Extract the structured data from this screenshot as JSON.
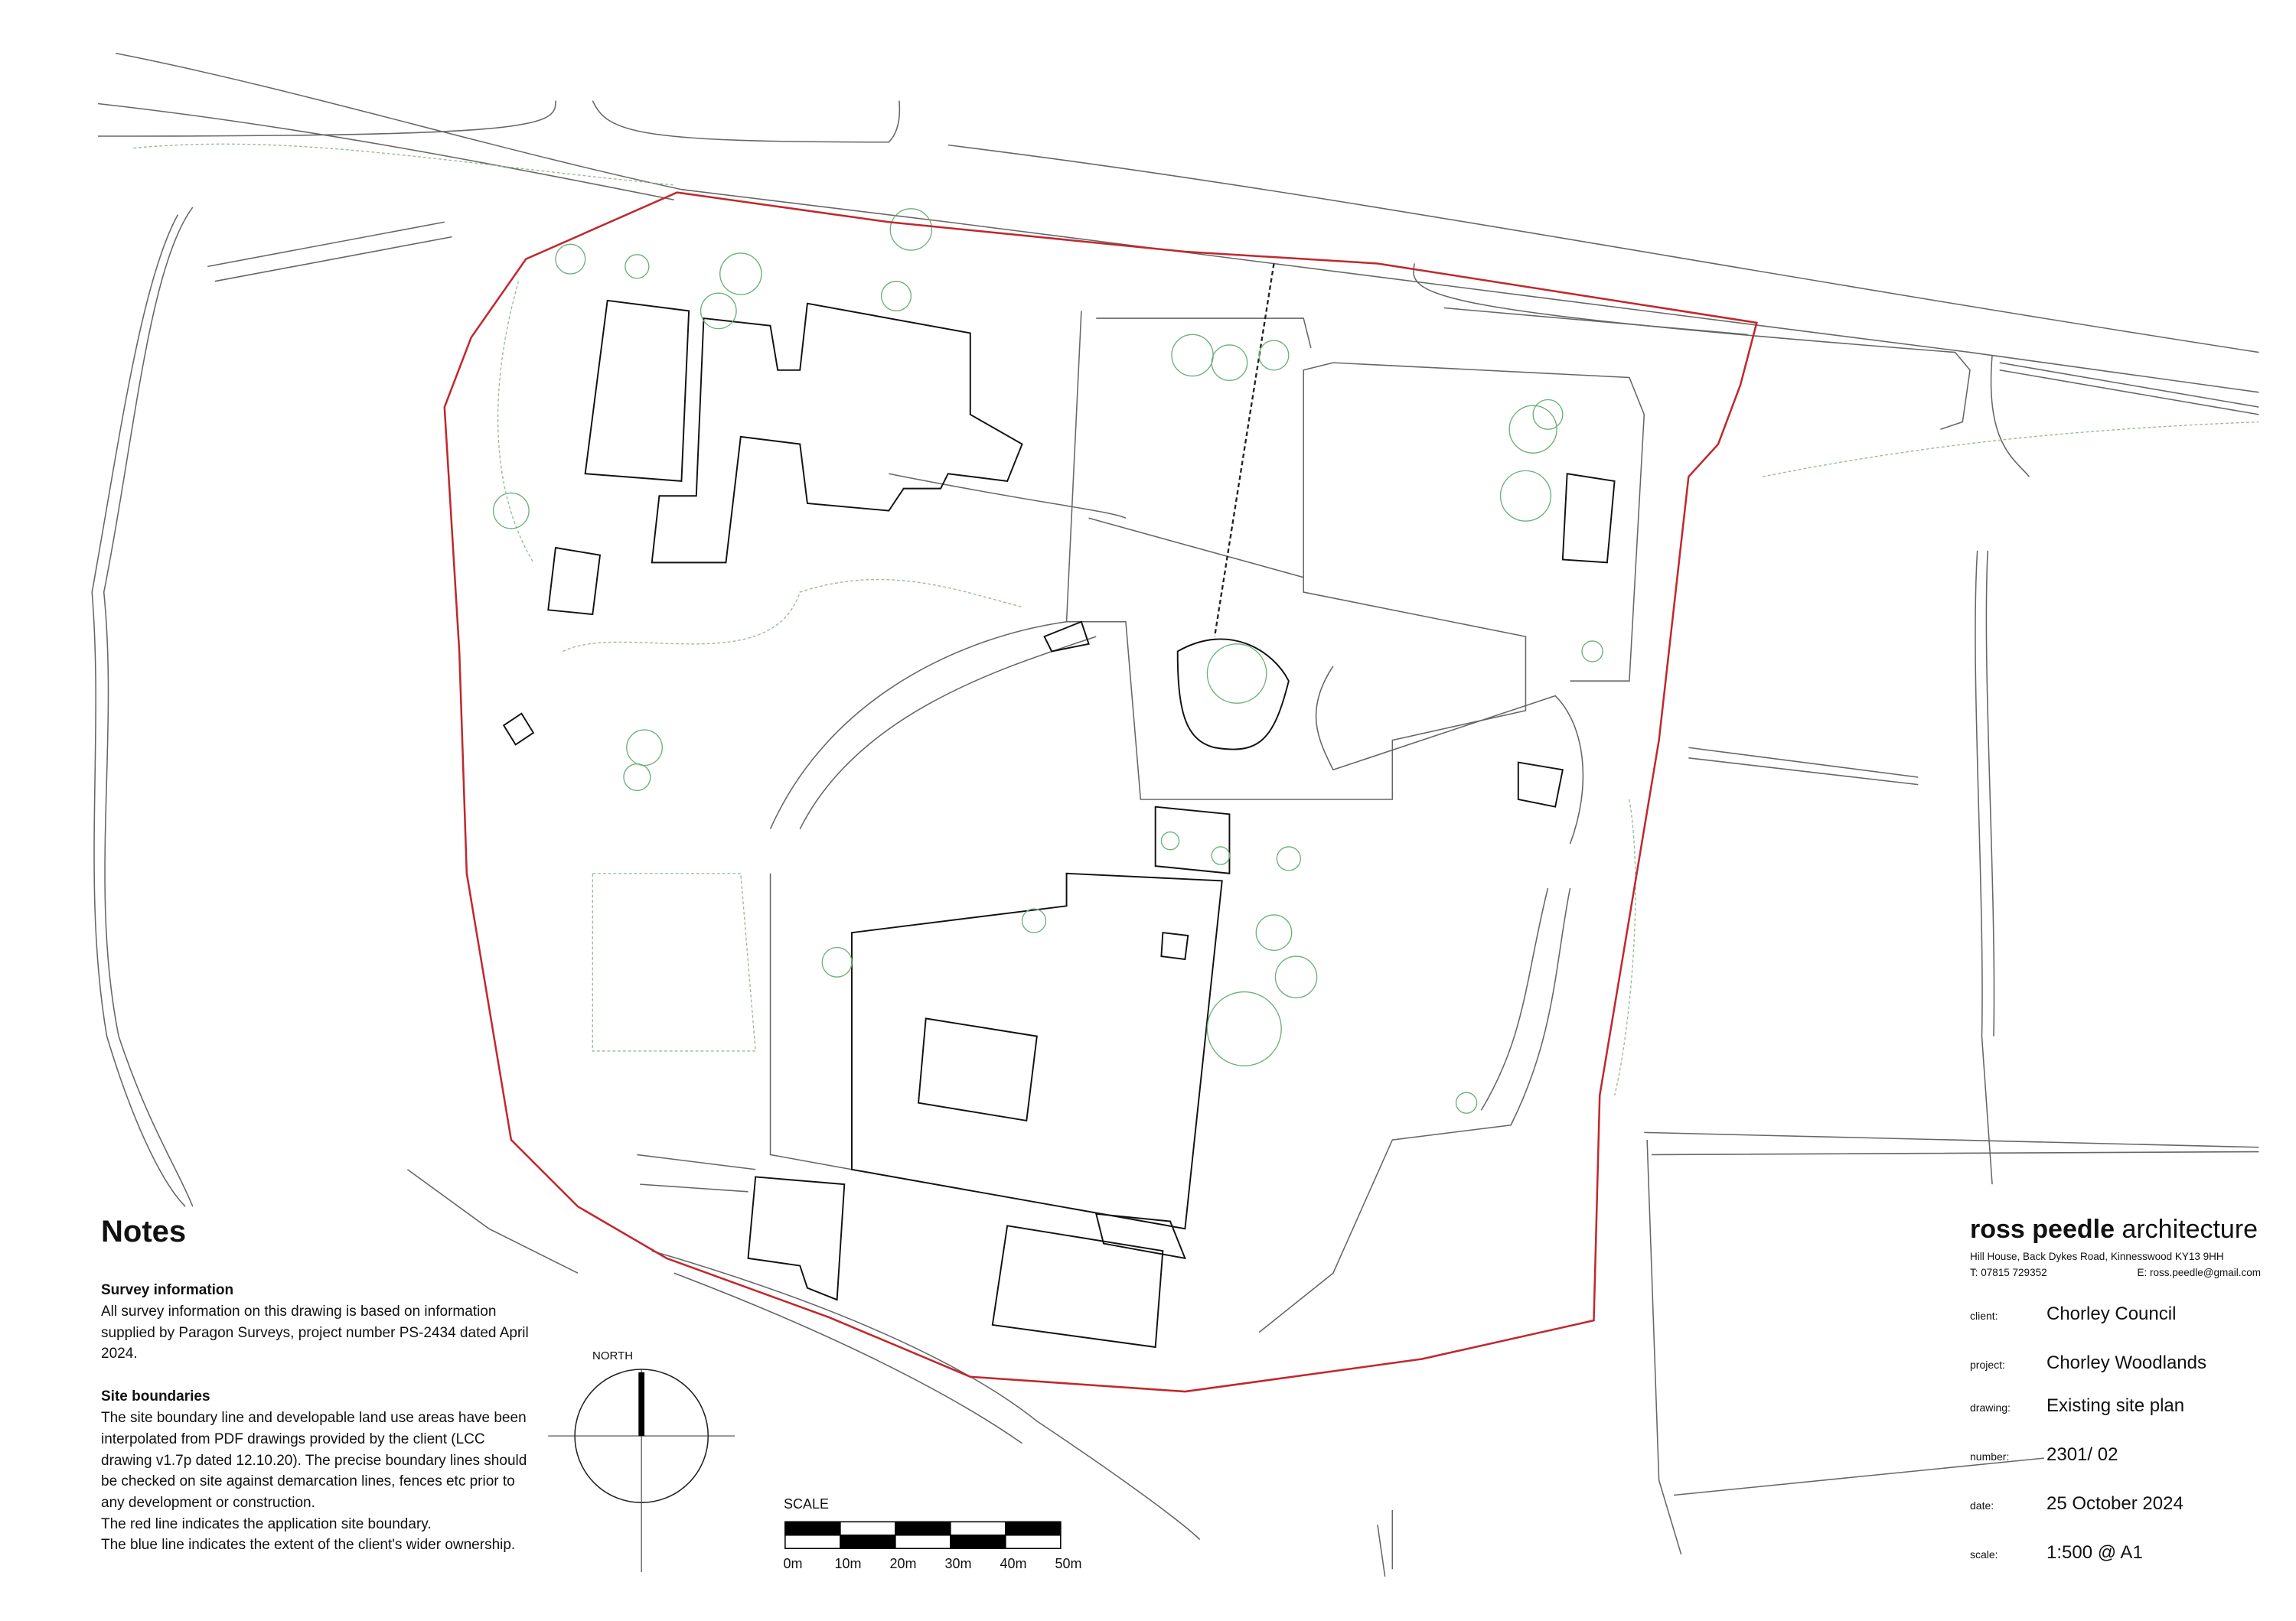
{
  "notes": {
    "title": "Notes",
    "survey_heading": "Survey information",
    "survey_text": "All survey information on this drawing is based on information supplied by Paragon Surveys, project number PS-2434 dated April 2024.",
    "boundaries_heading": "Site boundaries",
    "boundaries_text": "The site boundary line and developable land use areas have been interpolated from PDF drawings provided by the client (LCC drawing v1.7p dated 12.10.20). The precise boundary lines should be checked on site against demarcation lines, fences etc prior to any development or construction.",
    "red_line_text": "The red line indicates the application site boundary.",
    "blue_line_text": "The blue line indicates the extent of the client's wider ownership."
  },
  "north_label": "NORTH",
  "scale_bar": {
    "label": "SCALE",
    "ticks": [
      "0m",
      "10m",
      "20m",
      "30m",
      "40m",
      "50m"
    ]
  },
  "title_block": {
    "firm_bold": "ross peedle",
    "firm_rest": "architecture",
    "address": "Hill House,  Back Dykes Road,  Kinnesswood KY13 9HH",
    "phone": "T: 07815 729352",
    "email": "E: ross.peedle@gmail.com",
    "rows": [
      {
        "label": "client:",
        "value": "Chorley Council"
      },
      {
        "label": "project:",
        "value": "Chorley Woodlands"
      },
      {
        "label": "drawing:",
        "value": "Existing site plan"
      },
      {
        "label": "number:",
        "value": "2301/ 02"
      },
      {
        "label": "date:",
        "value": "25 October 2024"
      },
      {
        "label": "scale:",
        "value": "1:500 @ A1"
      }
    ]
  },
  "colors": {
    "site_boundary": "#c0282d",
    "linework": "#555555",
    "trees": "#5aa86a",
    "buildings": "#111111"
  }
}
